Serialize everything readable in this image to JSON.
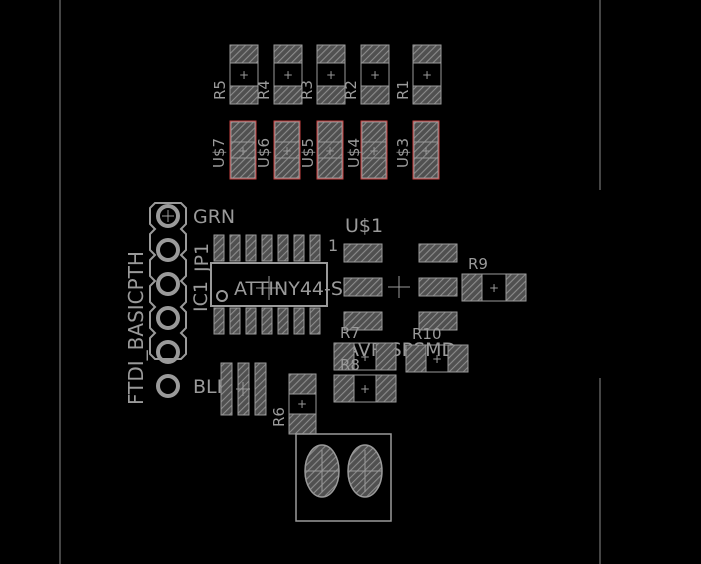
{
  "canvas": {
    "background": "#000000",
    "silkscreen_color": "#9a9a9a",
    "pad_color": "#8c8c8c",
    "highlight_color": "#c84040"
  },
  "resistors_top": [
    "R5",
    "R4",
    "R3",
    "R2",
    "R1"
  ],
  "jumpers": [
    "U$7",
    "U$6",
    "U$5",
    "U$4",
    "U$3"
  ],
  "header": {
    "name": "FTDI_BASICPTH",
    "ref": "JP1",
    "pin_top_label": "GRN",
    "pin_bottom_label": "BLK"
  },
  "ic": {
    "ref": "IC1",
    "value": "ATTINY44-SSU",
    "pin1": "1"
  },
  "isp": {
    "ref": "U$1",
    "value": "AVRISPSMD"
  },
  "resistors_other": {
    "r6": "R6",
    "r7": "R7",
    "r8": "R8",
    "r9": "R9",
    "r10": "R10"
  }
}
